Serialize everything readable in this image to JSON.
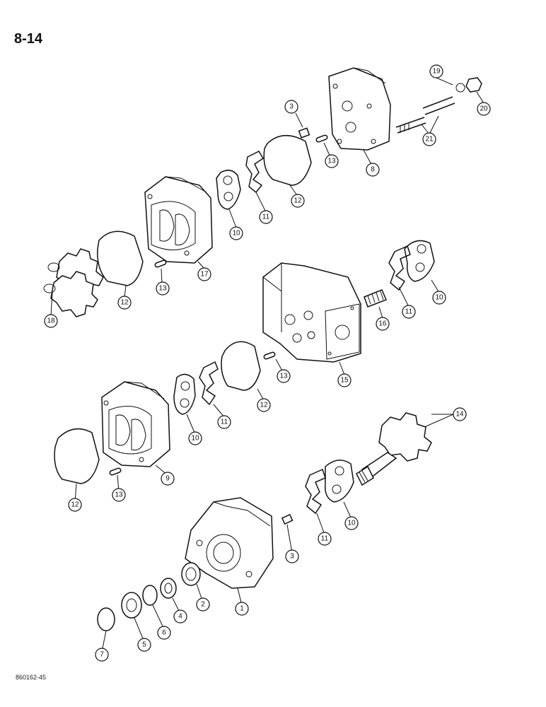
{
  "page_number": "8-14",
  "figure_code": "860162-45",
  "callouts": [
    "1",
    "2",
    "3",
    "3",
    "4",
    "5",
    "6",
    "7",
    "8",
    "9",
    "10",
    "10",
    "10",
    "10",
    "11",
    "11",
    "11",
    "11",
    "12",
    "12",
    "12",
    "12",
    "13",
    "13",
    "13",
    "13",
    "14",
    "15",
    "16",
    "17",
    "18",
    "19",
    "20",
    "21"
  ]
}
